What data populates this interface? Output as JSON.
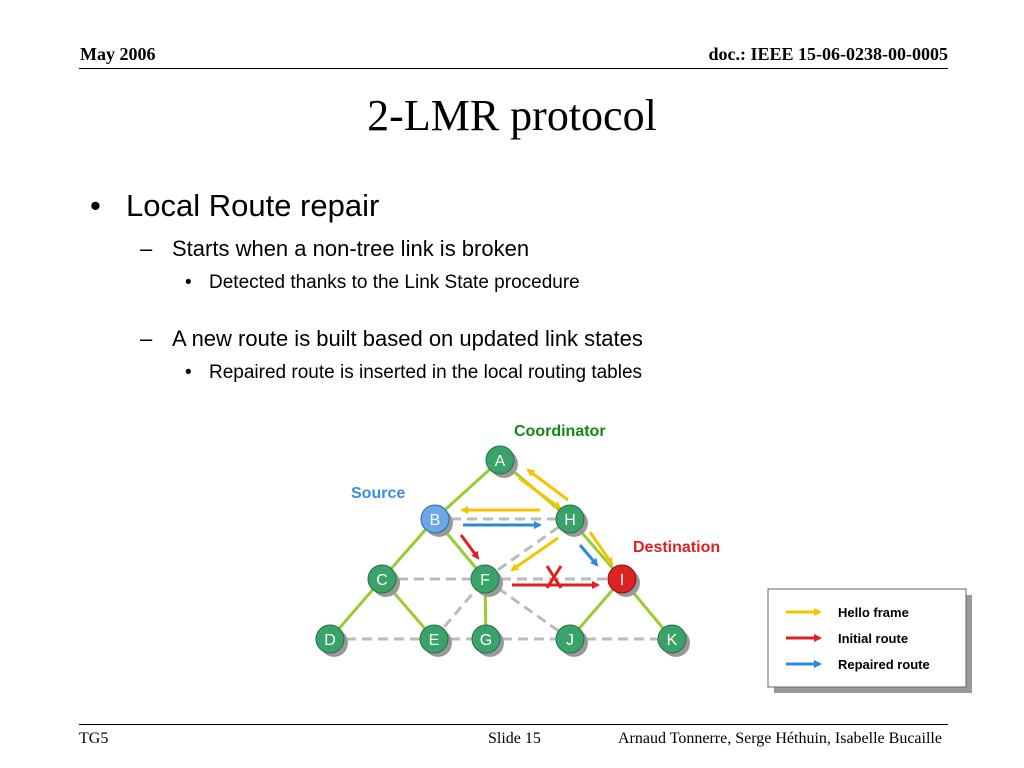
{
  "header": {
    "date": "May 2006",
    "doc": "doc.: IEEE 15-06-0238-00-0005"
  },
  "title": "2-LMR protocol",
  "bullets": {
    "b1": "Local Route repair",
    "b1_sub1": "Starts when a non-tree link is broken",
    "b1_sub1_sub1": "Detected thanks to the Link State procedure",
    "b1_sub2": "A new route is built based on updated link states",
    "b1_sub2_sub1": "Repaired route is inserted in the local routing tables"
  },
  "diagram": {
    "labels": {
      "coordinator": "Coordinator",
      "source": "Source",
      "destination": "Destination"
    },
    "nodes": {
      "A": "A",
      "B": "B",
      "H": "H",
      "C": "C",
      "F": "F",
      "I": "I",
      "D": "D",
      "E": "E",
      "G": "G",
      "J": "J",
      "K": "K"
    },
    "legend": {
      "hello": "Hello frame",
      "initial": "Initial route",
      "repaired": "Repaired route"
    },
    "colors": {
      "tree_link": "#99cc33",
      "non_tree_link": "#bbbbbb",
      "node": "#3aa36a",
      "source_node": "#6aa8e8",
      "destination_node": "#dd2222",
      "hello": "#f5c400",
      "initial": "#e02020",
      "repaired": "#2a8ae0",
      "coordinator_text": "#118811",
      "source_text": "#3a8ee0",
      "destination_text": "#dd2222"
    }
  },
  "footer": {
    "left": "TG5",
    "slide": "Slide 15",
    "authors": "Arnaud Tonnerre, Serge Héthuin, Isabelle Bucaille"
  }
}
